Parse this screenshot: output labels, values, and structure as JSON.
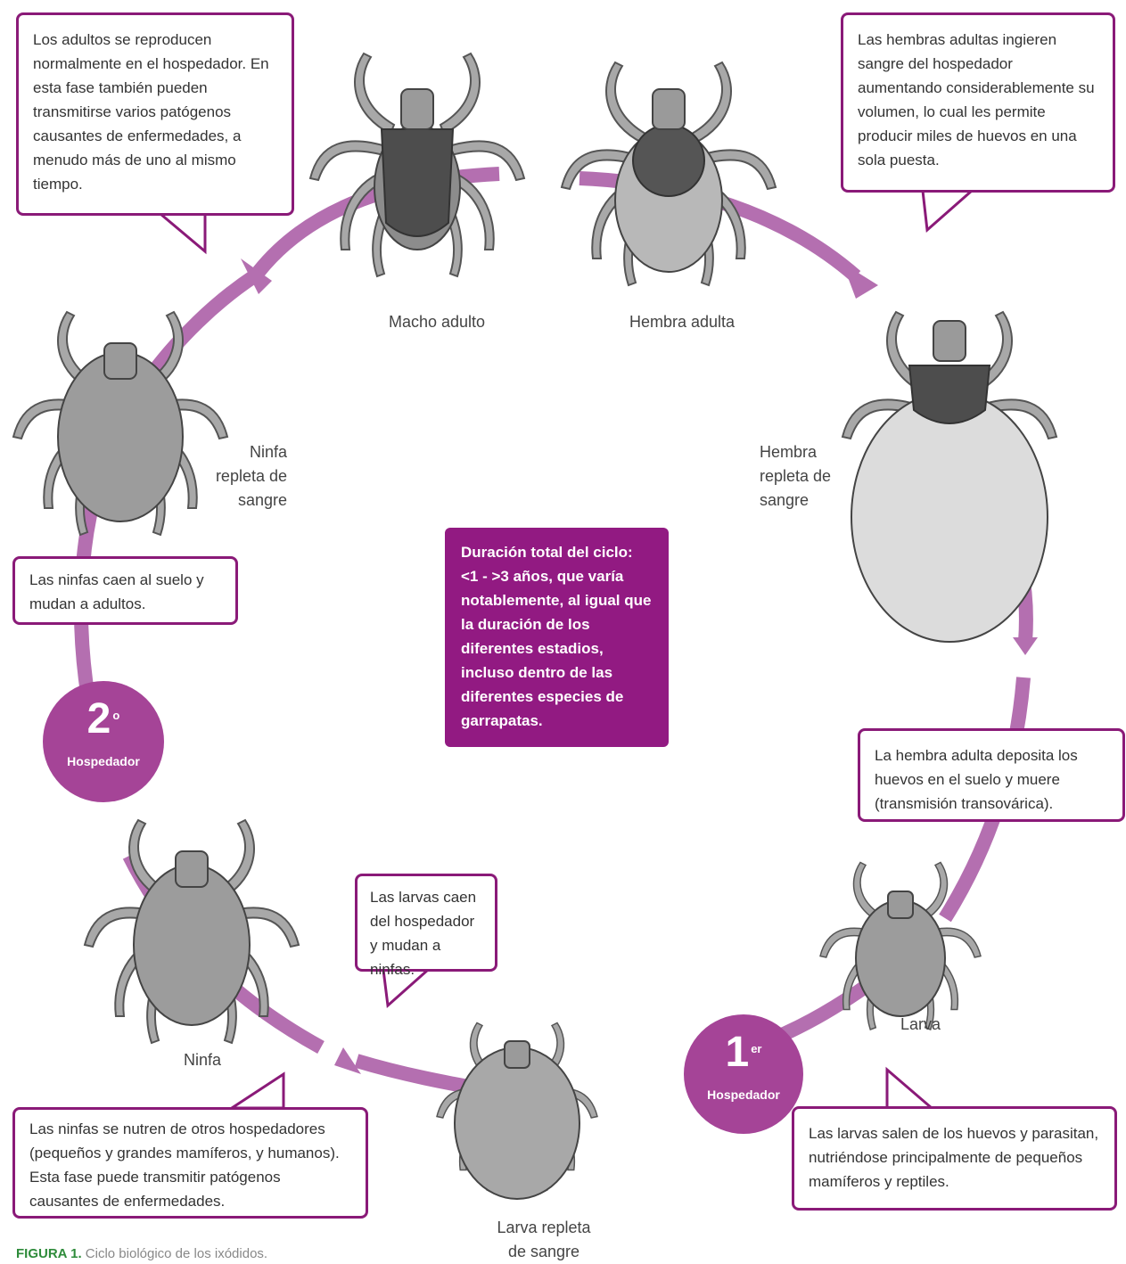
{
  "callouts": {
    "adults_reproduce": "Los adultos se reproducen normalmente en el hospedador. En esta fase también pueden transmitirse varios patógenos causantes de enfermedades, a menudo más de uno al mismo tiempo.",
    "females_ingest": "Las hembras adultas ingieren sangre del hospedador aumentando considerablemente su volumen, lo cual les permite producir miles de huevos en una sola puesta.",
    "nymphs_fall": "Las ninfas caen al suelo y mudan a adultos.",
    "female_lays": "La hembra adulta deposita los huevos en el suelo y muere (transmisión transovárica).",
    "larvae_fall": "Las larvas caen del hospedador y mudan a ninfas.",
    "nymphs_feed": "Las ninfas se nutren de otros hospedadores (pequeños y grandes mamíferos, y humanos). Esta fase puede transmitir patógenos causantes de enfermedades.",
    "larvae_hatch": "Las larvas salen de los huevos y parasitan, nutriéndose principalmente de pequeños mamíferos y reptiles."
  },
  "center_text": "Duración total del ciclo: <1 - >3 años, que varía notablemente, al igual que la duración de los diferentes estadios, incluso dentro de las diferentes especies de garrapatas.",
  "stages": {
    "male_adult": "Macho adulto",
    "female_adult": "Hembra adulta",
    "engorged_female": "Hembra repleta de sangre",
    "engorged_nymph": "Ninfa repleta de sangre",
    "larva": "Larva",
    "engorged_larva": "Larva repleta de sangre",
    "nymph": "Ninfa"
  },
  "hosts": {
    "first": {
      "number": "1",
      "suffix": "er",
      "label": "Hospedador"
    },
    "second": {
      "number": "2",
      "suffix": "o",
      "label": "Hospedador"
    }
  },
  "figure_caption": {
    "prefix": "FIGURA 1.",
    "text": "Ciclo biológico de los ixódidos."
  },
  "colors": {
    "cycle": "#b46fb0",
    "accent": "#921a82",
    "tick_body": "#9a9a9a",
    "tick_dark": "#555555",
    "tick_light": "#d8d8d8"
  }
}
